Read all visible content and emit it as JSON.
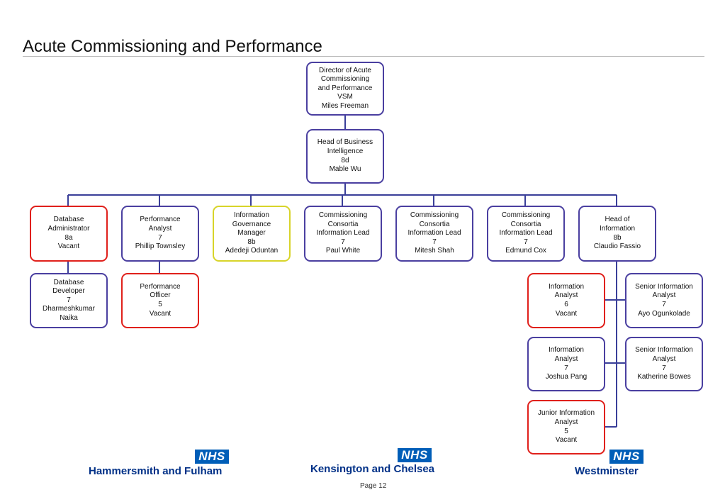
{
  "title": "Acute Commissioning and Performance",
  "colors": {
    "vacant_red": "#e0201b",
    "navy_border": "#4a3fa0",
    "yellow": "#d8d42a",
    "nhs_blue": "#005eb8"
  },
  "nodes": {
    "director": [
      "Director of Acute",
      "Commissioning",
      "and Performance",
      "VSM",
      "Miles Freeman"
    ],
    "head_bi": [
      "Head of Business",
      "Intelligence",
      "8d",
      "Mable Wu"
    ],
    "db_admin": [
      "Database",
      "Administrator",
      "8a",
      "Vacant"
    ],
    "perf_analyst": [
      "Performance",
      "Analyst",
      "7",
      "Phillip Townsley"
    ],
    "info_gov": [
      "Information",
      "Governance",
      "Manager",
      "8b",
      "Adedeji Oduntan"
    ],
    "cc_lead_1": [
      "Commissioning",
      "Consortia",
      "Information Lead",
      "7",
      "Paul White"
    ],
    "cc_lead_2": [
      "Commissioning",
      "Consortia",
      "Information Lead",
      "7",
      "Mitesh Shah"
    ],
    "cc_lead_3": [
      "Commissioning",
      "Consortia",
      "Information Lead",
      "7",
      "Edmund Cox"
    ],
    "head_info": [
      "Head of",
      "Information",
      "8b",
      "Claudio Fassio"
    ],
    "db_dev": [
      "Database",
      "Developer",
      "7",
      "Dharmeshkumar",
      "Naika"
    ],
    "perf_officer": [
      "Performance",
      "Officer",
      "5",
      "Vacant"
    ],
    "info_analyst_6": [
      "Information",
      "Analyst",
      "6",
      "Vacant"
    ],
    "senior_analyst_1": [
      "Senior Information",
      "Analyst",
      "7",
      "Ayo Ogunkolade"
    ],
    "info_analyst_7": [
      "Information",
      "Analyst",
      "7",
      "Joshua Pang"
    ],
    "senior_analyst_2": [
      "Senior Information",
      "Analyst",
      "7",
      "Katherine Bowes"
    ],
    "junior_analyst": [
      "Junior Information",
      "Analyst",
      "5",
      "Vacant"
    ]
  },
  "logos": [
    {
      "nhs": "NHS",
      "org": "Hammersmith and Fulham"
    },
    {
      "nhs": "NHS",
      "org": "Kensington and Chelsea"
    },
    {
      "nhs": "NHS",
      "org": "Westminster"
    }
  ],
  "footer": {
    "page": "Page 12"
  }
}
